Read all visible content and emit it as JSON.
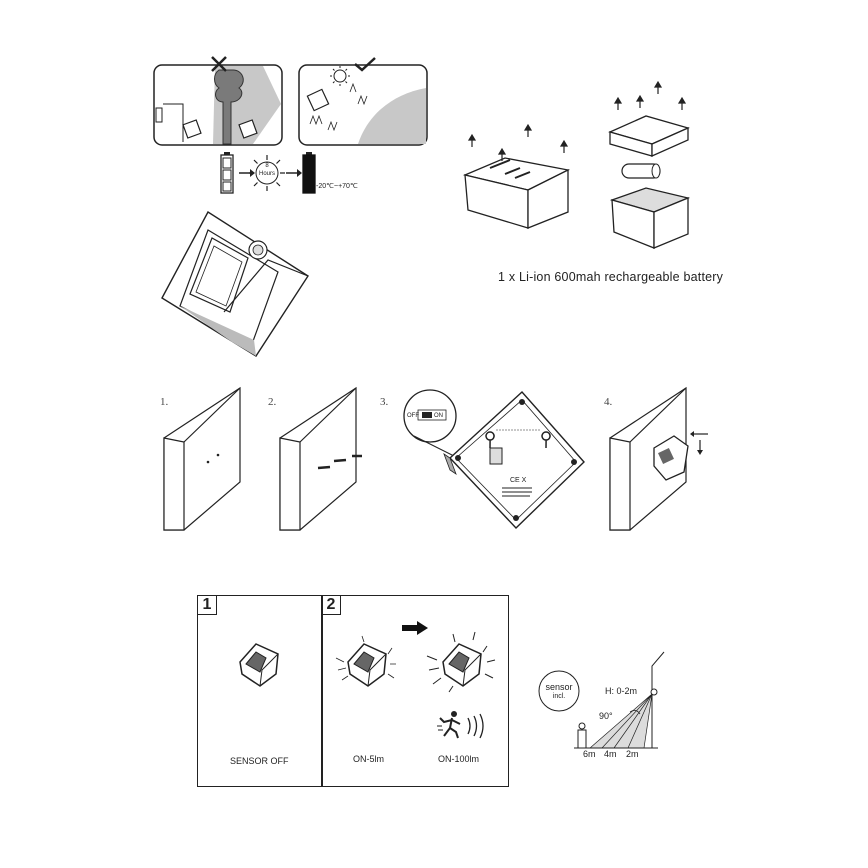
{
  "usage": {
    "temp_range": "-20℃~+70℃",
    "charge_hours": [
      "8",
      "Hours"
    ]
  },
  "battery": {
    "caption": "1 x Li-ion 600mah rechargeable battery"
  },
  "install": {
    "steps": [
      "1.",
      "2.",
      "3.",
      "4."
    ],
    "switch_off": "OFF",
    "switch_on": "ON"
  },
  "modes": {
    "panel1_number": "1",
    "panel2_number": "2",
    "sensor_off": "SENSOR OFF",
    "on_low": "ON-5lm",
    "on_high": "ON-100lm"
  },
  "sensor": {
    "badge_line1": "sensor",
    "badge_line2": "incl.",
    "height": "H: 0-2m",
    "angle": "90°",
    "distances": [
      "6m",
      "4m",
      "2m"
    ]
  }
}
